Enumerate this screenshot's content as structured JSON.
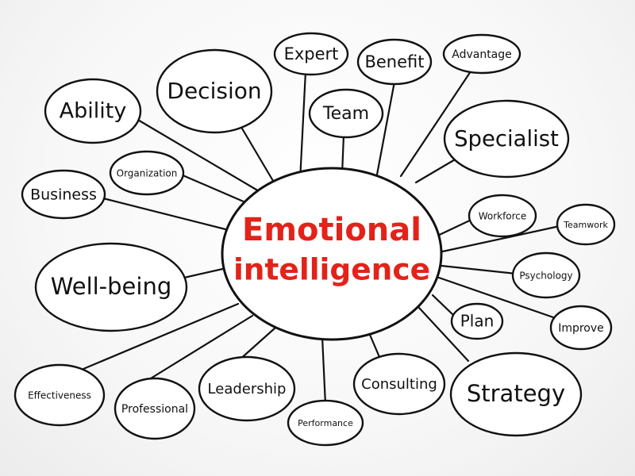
{
  "center": {
    "line1": "Emotional",
    "line2": "intelligence",
    "color": "#e2231a"
  },
  "nodes": {
    "expert": "Expert",
    "benefit": "Benefit",
    "advantage": "Advantage",
    "decision": "Decision",
    "ability": "Ability",
    "team": "Team",
    "specialist": "Specialist",
    "organization": "Organization",
    "business": "Business",
    "workforce": "Workforce",
    "teamwork": "Teamwork",
    "well_being": "Well-being",
    "psychology": "Psychology",
    "plan": "Plan",
    "improve": "Improve",
    "effectiveness": "Effectiveness",
    "professional": "Professional",
    "leadership": "Leadership",
    "consulting": "Consulting",
    "strategy": "Strategy",
    "performance": "Performance"
  },
  "colors": {
    "ink": "#111111",
    "accent": "#e2231a"
  }
}
